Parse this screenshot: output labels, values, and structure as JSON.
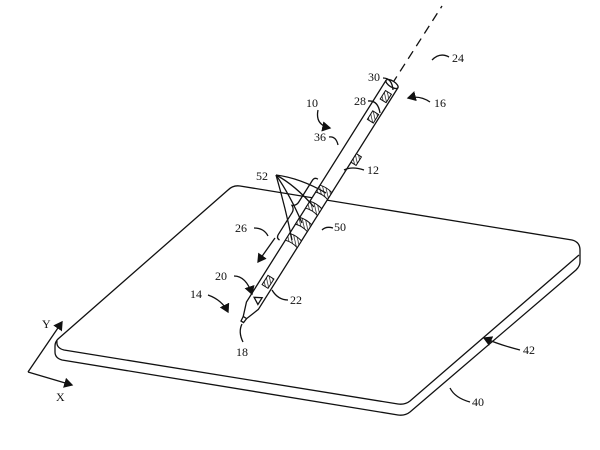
{
  "figure": {
    "labels": {
      "axis_line": "24",
      "top_component": "30",
      "top_end": "16",
      "second_component": "28",
      "stylus": "10",
      "side_component": "36",
      "housing": "12",
      "rings": "52",
      "direction": "26",
      "ring_region": "50",
      "tip_component": "20",
      "tip_end": "14",
      "lower_component": "22",
      "tip": "18",
      "surface": "42",
      "device": "40",
      "y_axis": "Y",
      "x_axis": "X"
    },
    "line_color": "#111111"
  }
}
